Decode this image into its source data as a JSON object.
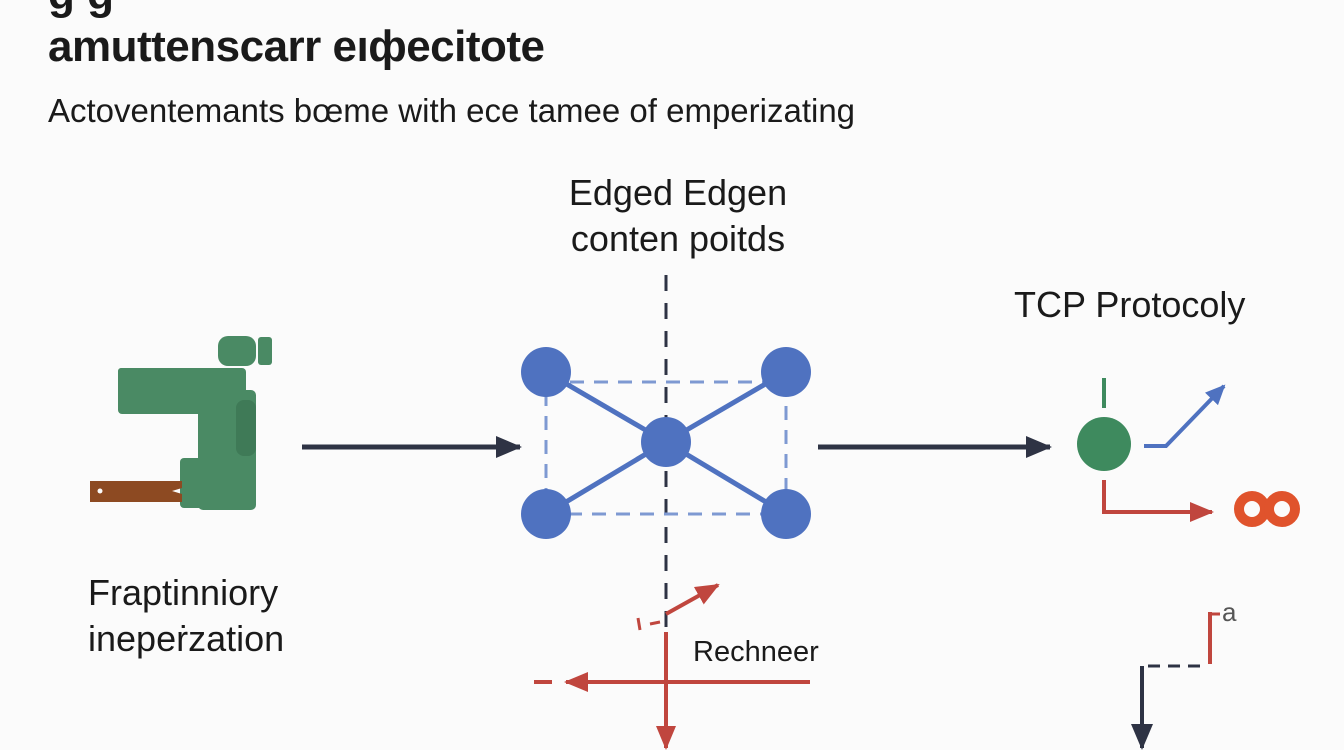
{
  "header": {
    "title_partial_top": "g g",
    "title": "amuttenscarr eıфecitote",
    "subtitle": "Actoventemants bœme with ece tamee of emperizating"
  },
  "labels": {
    "center": [
      "Edged Edgen",
      "conten poitds"
    ],
    "tcp": "TCP Protocoly",
    "left": [
      "Fraptinniory",
      "inepeṙzation"
    ],
    "receiver": "Rechneer",
    "corner": "a"
  },
  "colors": {
    "node_blue": "#4f72c0",
    "node_green": "#3e8a5e",
    "flow_dark": "#2e3344",
    "flow_red": "#c0463e",
    "accent_orange": "#e0532c",
    "bracket_brown": "#8d4a22",
    "device_green": "#4a8a64"
  },
  "icons": [
    "device-icon",
    "network-graph-icon",
    "tcp-node-icon",
    "infinity-icon"
  ]
}
